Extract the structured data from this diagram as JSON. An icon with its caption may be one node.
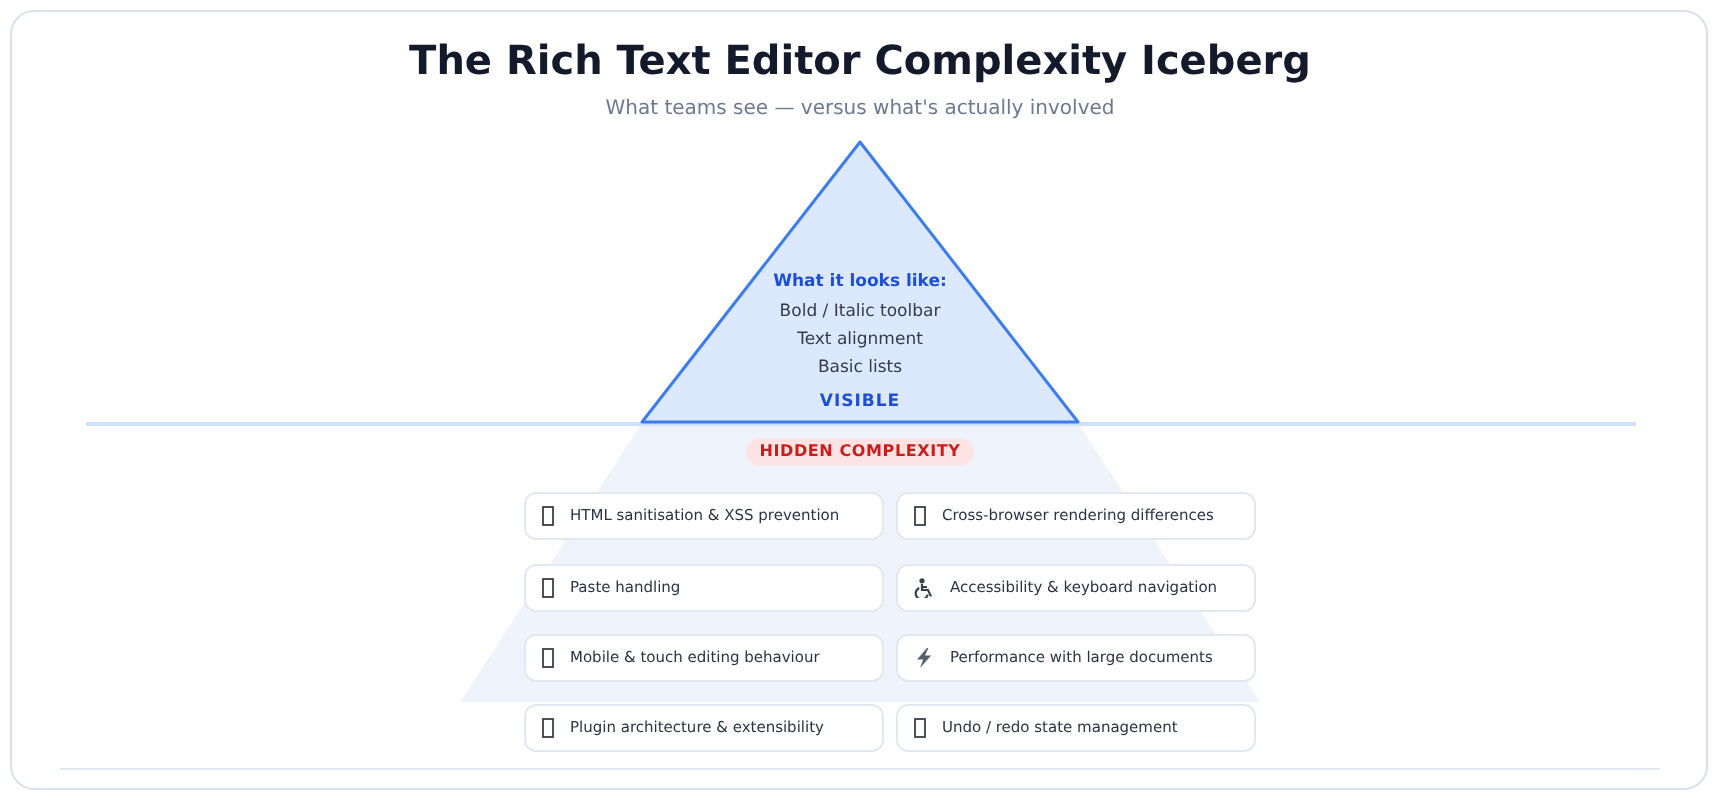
{
  "diagram": {
    "title": "The Rich Text Editor Complexity Iceberg",
    "nodes": [
      {
        "text": [
          "What it looks like:",
          "Bold / Italic toolbar",
          "Text alignment",
          "Basic lists",
          "VISIBLE"
        ]
      },
      {
        "text": [
          "HIDDEN COMPLEXITY"
        ]
      },
      {
        "text": [
          "HTML sanitisation & XSS prevention"
        ]
      },
      {
        "text": [
          "Cross-browser rendering differences"
        ]
      },
      {
        "text": [
          "Paste handling"
        ]
      },
      {
        "text": [
          "Accessibility & keyboard navigation"
        ]
      },
      {
        "text": [
          "Mobile & touch editing behaviour"
        ]
      },
      {
        "text": [
          "Performance with large documents"
        ]
      },
      {
        "text": [
          "Plugin architecture & extensibility"
        ]
      },
      {
        "text": [
          "Undo / redo state management"
        ]
      }
    ],
    "labels": [
      "What teams see — versus what's actually involved"
    ]
  }
}
